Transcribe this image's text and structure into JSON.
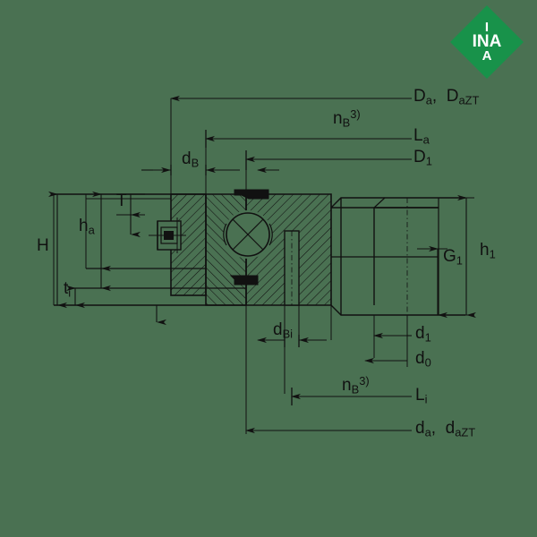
{
  "page": {
    "background_color": "#4a7152",
    "line_color": "#111111",
    "title": "INA slewing ring bearing cross-section technical drawing"
  },
  "logo": {
    "name": "INA",
    "line1": "I",
    "line2": "INA",
    "line3": "A",
    "color": "#18924a",
    "text_color": "#ffffff"
  },
  "drawing": {
    "type": "cross-section",
    "description": "Four-point contact slewing ring bearing half cross-section with dimension callouts",
    "features": [
      "outer-ring-hatched",
      "inner-ring-hatched",
      "ball-rolling-element",
      "grease-nipple",
      "seal-upper",
      "seal-lower",
      "mounting-bolt-hole",
      "centerline"
    ]
  },
  "labels": {
    "top": [
      {
        "id": "Da_DaZT",
        "base": "D",
        "sub": "a",
        "text2": "D",
        "sub2": "aZT",
        "render": "D_a, D_aZT"
      },
      {
        "id": "nB_top",
        "base": "n",
        "sub": "B",
        "sup": "3)",
        "render": "n_B 3)"
      },
      {
        "id": "La",
        "base": "L",
        "sub": "a",
        "render": "L_a"
      },
      {
        "id": "D1",
        "base": "D",
        "sub": "1",
        "render": "D_1"
      }
    ],
    "left": [
      {
        "id": "H",
        "base": "H",
        "render": "H"
      },
      {
        "id": "ha",
        "base": "h",
        "sub": "a",
        "render": "h_a"
      },
      {
        "id": "T",
        "base": "T",
        "render": "T"
      },
      {
        "id": "ti",
        "base": "t",
        "sub": "i",
        "render": "t_i"
      }
    ],
    "center": [
      {
        "id": "dB",
        "base": "d",
        "sub": "B",
        "render": "d_B"
      },
      {
        "id": "dBi",
        "base": "d",
        "sub": "Bi",
        "render": "d_Bi"
      }
    ],
    "right": [
      {
        "id": "h1",
        "base": "h",
        "sub": "1",
        "render": "h_1"
      },
      {
        "id": "G1",
        "base": "G",
        "sub": "1",
        "render": "G_1"
      }
    ],
    "bottom": [
      {
        "id": "d1",
        "base": "d",
        "sub": "1",
        "render": "d_1"
      },
      {
        "id": "d0",
        "base": "d",
        "sub": "0",
        "render": "d_0"
      },
      {
        "id": "nB_bottom",
        "base": "n",
        "sub": "B",
        "sup": "3)",
        "render": "n_B 3)"
      },
      {
        "id": "Li",
        "base": "L",
        "sub": "i",
        "render": "L_i"
      },
      {
        "id": "da_daZT",
        "base": "d",
        "sub": "a",
        "text2": "d",
        "sub2": "aZT",
        "render": "d_a, d_aZT"
      }
    ]
  },
  "text": {
    "Da": "D",
    "Da_sub": "a",
    "DaZT": "D",
    "DaZT_sub": "aZT",
    "nB": "n",
    "nB_sub": "B",
    "nB_sup": "3)",
    "La": "L",
    "La_sub": "a",
    "D1": "D",
    "D1_sub": "1",
    "H": "H",
    "ha": "h",
    "ha_sub": "a",
    "T": "T",
    "ti": "t",
    "ti_sub": "i",
    "dB": "d",
    "dB_sub": "B",
    "dBi": "d",
    "dBi_sub": "Bi",
    "h1": "h",
    "h1_sub": "1",
    "G1": "G",
    "G1_sub": "1",
    "d1": "d",
    "d1_sub": "1",
    "d0": "d",
    "d0_sub": "0",
    "Li": "L",
    "Li_sub": "i",
    "da": "d",
    "da_sub": "a",
    "daZT": "d",
    "daZT_sub": "aZT",
    "comma": ","
  }
}
